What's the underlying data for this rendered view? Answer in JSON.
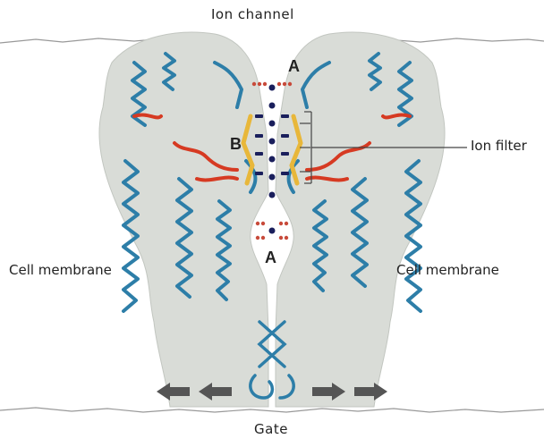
{
  "labels": {
    "title": "Ion channel",
    "gate": "Gate",
    "membrane_left": "Cell membrane",
    "membrane_right": "Cell membrane",
    "ion_filter": "Ion filter",
    "site_a_top": "A",
    "site_a_bottom": "A",
    "site_b": "B"
  },
  "colors": {
    "protein_body": "#d9dcd7",
    "helix": "#2d7ea8",
    "loop_red": "#d63a22",
    "filter_yellow": "#e8b73a",
    "ion_dark": "#1a1f5c",
    "water_red": "#c84a3a",
    "arrow_gray": "#555555"
  },
  "icons": {
    "gate_arrows": "arrow-icon"
  }
}
